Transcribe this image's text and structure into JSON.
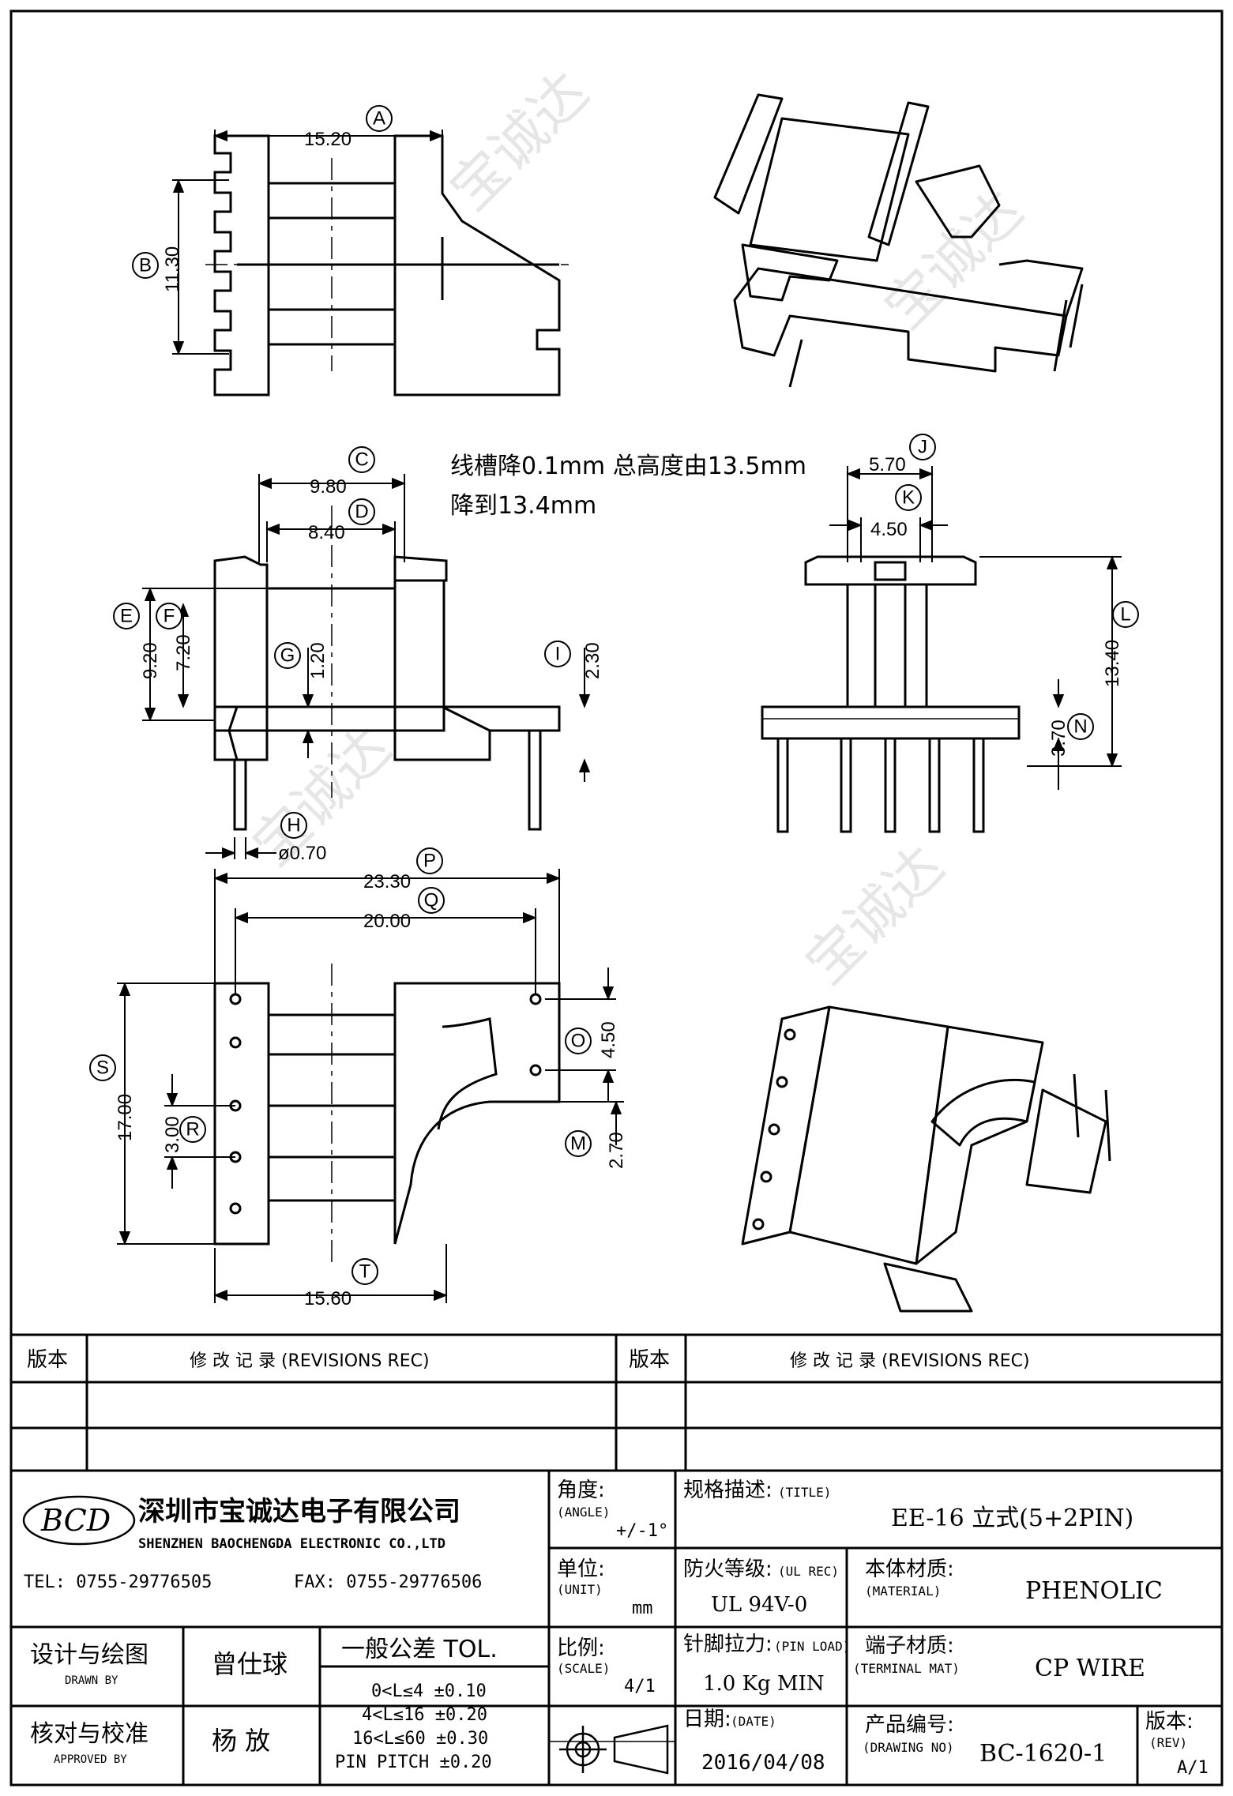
{
  "dimensions": {
    "A": "15.20",
    "B": "11.30",
    "C": "9.80",
    "D": "8.40",
    "E": "9.20",
    "F": "7.20",
    "G": "1.20",
    "H": "ø0.70",
    "I": "2.30",
    "J": "5.70",
    "K": "4.50",
    "L": "13.40",
    "N": "3.70",
    "P": "23.30",
    "Q": "20.00",
    "S": "17.00",
    "R": "3.00",
    "O": "4.50",
    "M": "2.70",
    "T": "15.60"
  },
  "labels": [
    "A",
    "B",
    "C",
    "D",
    "E",
    "F",
    "G",
    "H",
    "I",
    "J",
    "K",
    "L",
    "N",
    "P",
    "Q",
    "S",
    "R",
    "O",
    "M",
    "T"
  ],
  "notes": {
    "line1": "线槽降0.1mm  总高度由13.5mm",
    "line2": "降到13.4mm"
  },
  "watermark": "宝诚达",
  "revisions": {
    "col_version": "版本",
    "col_record": "修  改  记  录  (REVISIONS REC)"
  },
  "company": {
    "logo": "BCD",
    "name_cn": "深圳市宝诚达电子有限公司",
    "name_en": "SHENZHEN BAOCHENGDA ELECTRONIC CO.,LTD",
    "tel": "TEL: 0755-29776505",
    "fax": "FAX: 0755-29776506"
  },
  "title_block": {
    "angle_cn": "角度:",
    "angle_en": "(ANGLE)",
    "angle_val": "+/-1°",
    "title_cn": "规格描述:",
    "title_en": "(TITLE)",
    "title_val": "EE-16 立式(5+2PIN)",
    "unit_cn": "单位:",
    "unit_en": "(UNIT)",
    "unit_val": "mm",
    "ul_cn": "防火等级:",
    "ul_en": "(UL REC)",
    "ul_val": "UL 94V-0",
    "material_cn": "本体材质:",
    "material_en": "(MATERIAL)",
    "material_val": "PHENOLIC",
    "scale_cn": "比例:",
    "scale_en": "(SCALE)",
    "scale_val": "4/1",
    "pinload_cn": "针脚拉力:",
    "pinload_en": "(PIN LOAD)",
    "pinload_val": "1.0 Kg MIN",
    "terminal_cn": "端子材质:",
    "terminal_en": "(TERMINAL MAT)",
    "terminal_val": "CP WIRE",
    "date_cn": "日期:",
    "date_en": "(DATE)",
    "date_val": "2016/04/08",
    "drawing_cn": "产品编号:",
    "drawing_en": "(DRAWING NO)",
    "drawing_val": "BC-1620-1",
    "rev_cn": "版本:",
    "rev_en": "(REV)",
    "rev_val": "A/1",
    "design_cn": "设计与绘图",
    "design_en": "DRAWN BY",
    "design_name": "曾仕球",
    "approve_cn": "核对与校准",
    "approve_en": "APPROVED BY",
    "approve_name": "杨  放",
    "tol_title": "一般公差 TOL.",
    "tol_rows": [
      "0<L≤4   ±0.10",
      "4<L≤16  ±0.20",
      "16<L≤60 ±0.30",
      "PIN PITCH ±0.20"
    ]
  }
}
